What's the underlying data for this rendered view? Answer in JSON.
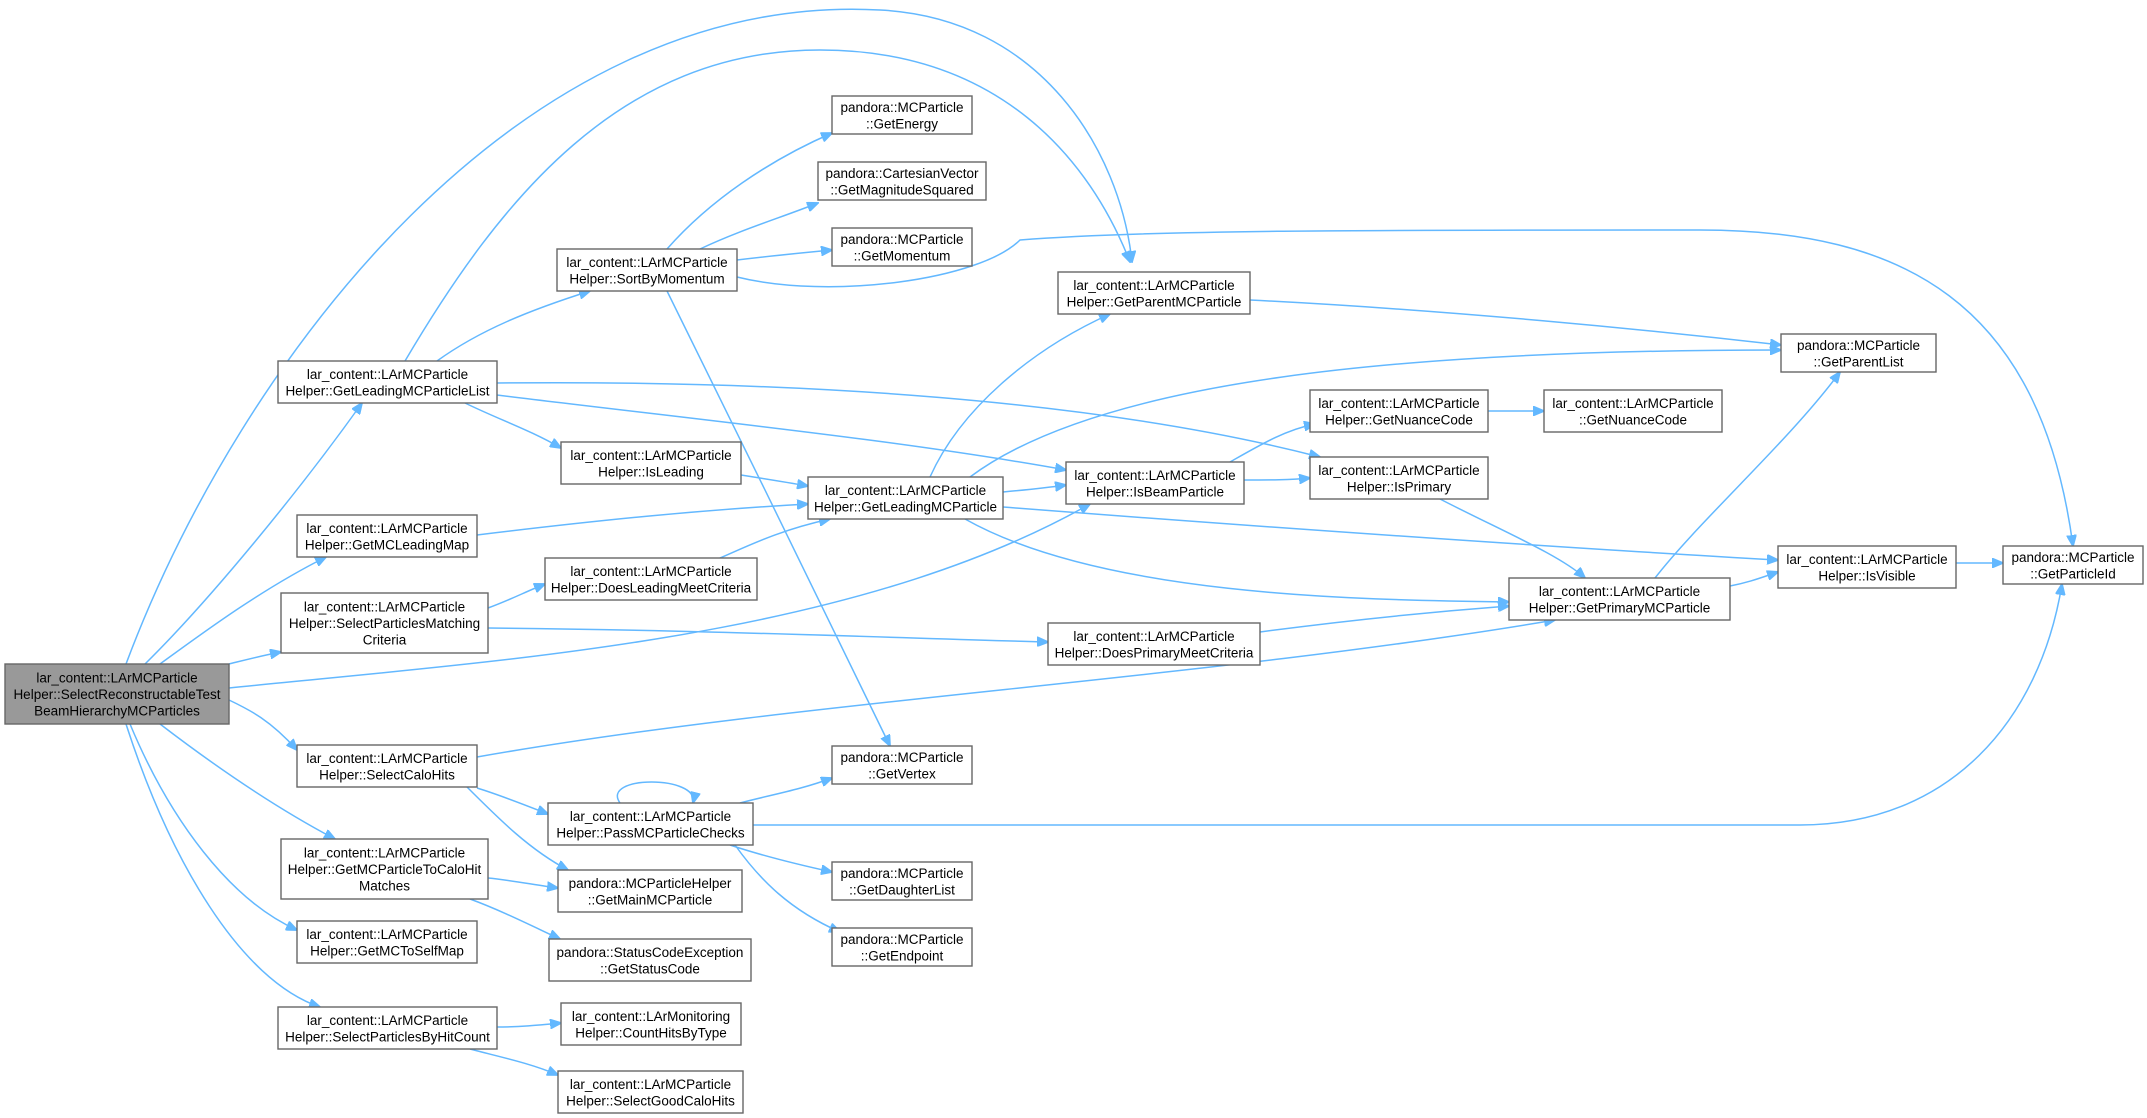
{
  "colors": {
    "edge": "#63b8ff",
    "node_border": "#666666",
    "root_fill": "#999999",
    "node_fill": "#ffffff"
  },
  "nodes": [
    {
      "id": "root",
      "lines": [
        "lar_content::LArMCParticle",
        "Helper::SelectReconstructableTest",
        "BeamHierarchyMCParticles"
      ],
      "root": true
    },
    {
      "id": "glmcpl",
      "lines": [
        "lar_content::LArMCParticle",
        "Helper::GetLeadingMCParticleList"
      ]
    },
    {
      "id": "gmclm",
      "lines": [
        "lar_content::LArMCParticle",
        "Helper::GetMCLeadingMap"
      ]
    },
    {
      "id": "spmc",
      "lines": [
        "lar_content::LArMCParticle",
        "Helper::SelectParticlesMatching",
        "Criteria"
      ]
    },
    {
      "id": "sch",
      "lines": [
        "lar_content::LArMCParticle",
        "Helper::SelectCaloHits"
      ]
    },
    {
      "id": "gmcpch",
      "lines": [
        "lar_content::LArMCParticle",
        "Helper::GetMCParticleToCaloHit",
        "Matches"
      ]
    },
    {
      "id": "gmcsm",
      "lines": [
        "lar_content::LArMCParticle",
        "Helper::GetMCToSelfMap"
      ]
    },
    {
      "id": "spbhc",
      "lines": [
        "lar_content::LArMCParticle",
        "Helper::SelectParticlesByHitCount"
      ]
    },
    {
      "id": "sbm",
      "lines": [
        "lar_content::LArMCParticle",
        "Helper::SortByMomentum"
      ]
    },
    {
      "id": "isl",
      "lines": [
        "lar_content::LArMCParticle",
        "Helper::IsLeading"
      ]
    },
    {
      "id": "dlmc",
      "lines": [
        "lar_content::LArMCParticle",
        "Helper::DoesLeadingMeetCriteria"
      ]
    },
    {
      "id": "pmcpc",
      "lines": [
        "lar_content::LArMCParticle",
        "Helper::PassMCParticleChecks"
      ]
    },
    {
      "id": "gmmp",
      "lines": [
        "pandora::MCParticleHelper",
        "::GetMainMCParticle"
      ]
    },
    {
      "id": "gsc",
      "lines": [
        "pandora::StatusCodeException",
        "::GetStatusCode"
      ]
    },
    {
      "id": "chbt",
      "lines": [
        "lar_content::LArMonitoring",
        "Helper::CountHitsByType"
      ]
    },
    {
      "id": "sgch",
      "lines": [
        "lar_content::LArMCParticle",
        "Helper::SelectGoodCaloHits"
      ]
    },
    {
      "id": "gen",
      "lines": [
        "pandora::MCParticle",
        "::GetEnergy"
      ]
    },
    {
      "id": "gms",
      "lines": [
        "pandora::CartesianVector",
        "::GetMagnitudeSquared"
      ]
    },
    {
      "id": "gmom",
      "lines": [
        "pandora::MCParticle",
        "::GetMomentum"
      ]
    },
    {
      "id": "glmcp",
      "lines": [
        "lar_content::LArMCParticle",
        "Helper::GetLeadingMCParticle"
      ]
    },
    {
      "id": "gvx",
      "lines": [
        "pandora::MCParticle",
        "::GetVertex"
      ]
    },
    {
      "id": "gdl",
      "lines": [
        "pandora::MCParticle",
        "::GetDaughterList"
      ]
    },
    {
      "id": "gep",
      "lines": [
        "pandora::MCParticle",
        "::GetEndpoint"
      ]
    },
    {
      "id": "gpmcp",
      "lines": [
        "lar_content::LArMCParticle",
        "Helper::GetParentMCParticle"
      ]
    },
    {
      "id": "ibp",
      "lines": [
        "lar_content::LArMCParticle",
        "Helper::IsBeamParticle"
      ]
    },
    {
      "id": "dpmc",
      "lines": [
        "lar_content::LArMCParticle",
        "Helper::DoesPrimaryMeetCriteria"
      ]
    },
    {
      "id": "gnc1",
      "lines": [
        "lar_content::LArMCParticle",
        "Helper::GetNuanceCode"
      ]
    },
    {
      "id": "isp",
      "lines": [
        "lar_content::LArMCParticle",
        "Helper::IsPrimary"
      ]
    },
    {
      "id": "gnc2",
      "lines": [
        "lar_content::LArMCParticle",
        "::GetNuanceCode"
      ]
    },
    {
      "id": "gpl",
      "lines": [
        "pandora::MCParticle",
        "::GetParentList"
      ]
    },
    {
      "id": "gprim",
      "lines": [
        "lar_content::LArMCParticle",
        "Helper::GetPrimaryMCParticle"
      ]
    },
    {
      "id": "isv",
      "lines": [
        "lar_content::LArMCParticle",
        "Helper::IsVisible"
      ]
    },
    {
      "id": "gpid",
      "lines": [
        "pandora::MCParticle",
        "::GetParticleId"
      ]
    }
  ],
  "edges": [
    [
      "root",
      "glmcpl"
    ],
    [
      "root",
      "gmclm"
    ],
    [
      "root",
      "spmc"
    ],
    [
      "root",
      "sch"
    ],
    [
      "root",
      "gmcpch"
    ],
    [
      "root",
      "gmcsm"
    ],
    [
      "root",
      "spbhc"
    ],
    [
      "root",
      "gpmcp"
    ],
    [
      "root",
      "ibp"
    ],
    [
      "glmcpl",
      "sbm"
    ],
    [
      "glmcpl",
      "isl"
    ],
    [
      "glmcpl",
      "gpmcp"
    ],
    [
      "glmcpl",
      "ibp"
    ],
    [
      "glmcpl",
      "isp"
    ],
    [
      "gmclm",
      "glmcp"
    ],
    [
      "spmc",
      "dlmc"
    ],
    [
      "spmc",
      "dpmc"
    ],
    [
      "sch",
      "pmcpc"
    ],
    [
      "sch",
      "gmmp"
    ],
    [
      "sch",
      "gprim"
    ],
    [
      "gmcpch",
      "gmmp"
    ],
    [
      "gmcpch",
      "gsc"
    ],
    [
      "spbhc",
      "chbt"
    ],
    [
      "spbhc",
      "sgch"
    ],
    [
      "sbm",
      "gen"
    ],
    [
      "sbm",
      "gms"
    ],
    [
      "sbm",
      "gmom"
    ],
    [
      "sbm",
      "gvx"
    ],
    [
      "sbm",
      "gpid"
    ],
    [
      "isl",
      "glmcp"
    ],
    [
      "dlmc",
      "glmcp"
    ],
    [
      "pmcpc",
      "pmcpc"
    ],
    [
      "pmcpc",
      "gvx"
    ],
    [
      "pmcpc",
      "gdl"
    ],
    [
      "pmcpc",
      "gep"
    ],
    [
      "pmcpc",
      "gpid"
    ],
    [
      "glmcp",
      "gpmcp"
    ],
    [
      "glmcp",
      "ibp"
    ],
    [
      "glmcp",
      "gpl"
    ],
    [
      "glmcp",
      "gprim"
    ],
    [
      "glmcp",
      "isv"
    ],
    [
      "gpmcp",
      "gpl"
    ],
    [
      "ibp",
      "gnc1"
    ],
    [
      "ibp",
      "isp"
    ],
    [
      "gnc1",
      "gnc2"
    ],
    [
      "isp",
      "gprim"
    ],
    [
      "dpmc",
      "gprim"
    ],
    [
      "gprim",
      "gpl"
    ],
    [
      "gprim",
      "isv"
    ],
    [
      "isv",
      "gpid"
    ]
  ]
}
